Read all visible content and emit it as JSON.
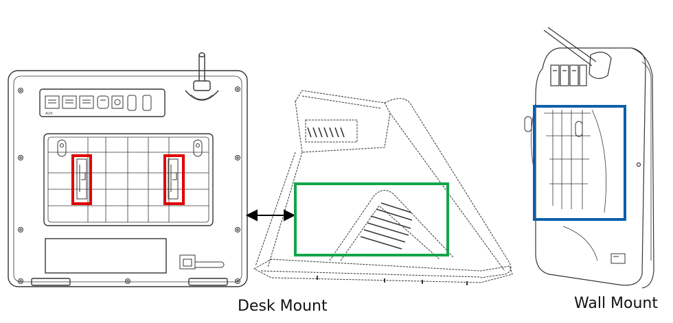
{
  "labels": {
    "desk_mount": "Desk Mount",
    "wall_mount": "Wall Mount"
  },
  "port_labels": [
    "AUX",
    "",
    "",
    "",
    "",
    "",
    ""
  ],
  "colors": {
    "line": "#333333",
    "red_highlight": "#e00000",
    "green_highlight": "#12a54a",
    "blue_highlight": "#0a5fa8",
    "arrow": "#000000"
  },
  "icons": [
    "port-icon",
    "double-arrow-icon",
    "screw-hole-icon",
    "handset-hook-icon"
  ]
}
